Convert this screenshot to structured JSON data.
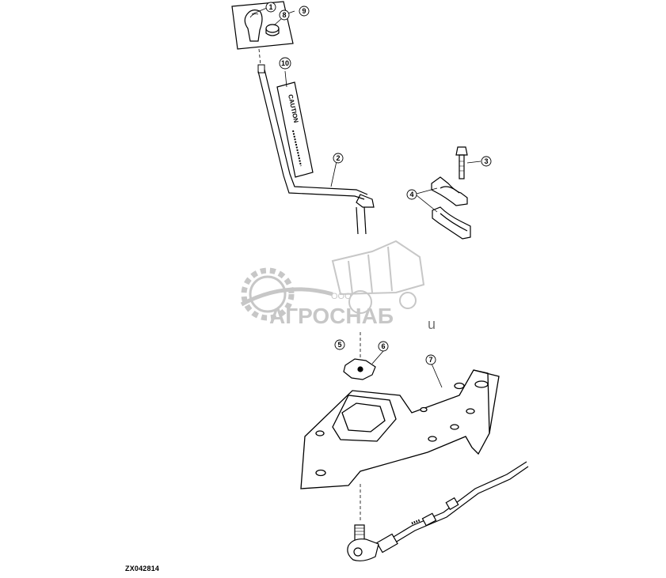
{
  "callouts": [
    {
      "id": "1",
      "label": "1"
    },
    {
      "id": "2",
      "label": "2"
    },
    {
      "id": "3",
      "label": "3"
    },
    {
      "id": "4",
      "label": "4"
    },
    {
      "id": "5",
      "label": "5"
    },
    {
      "id": "6",
      "label": "6"
    },
    {
      "id": "7",
      "label": "7"
    },
    {
      "id": "8",
      "label": "8"
    },
    {
      "id": "9",
      "label": "9"
    },
    {
      "id": "10",
      "label": "10"
    }
  ],
  "decal_text": "CAUTION",
  "watermark": {
    "prefix": "ООО",
    "brand": "АГРОСНАБ",
    "suffix": "u"
  },
  "figure_code": "ZX042814",
  "colors": {
    "line": "#000000",
    "watermark": "#9a9a9a"
  }
}
